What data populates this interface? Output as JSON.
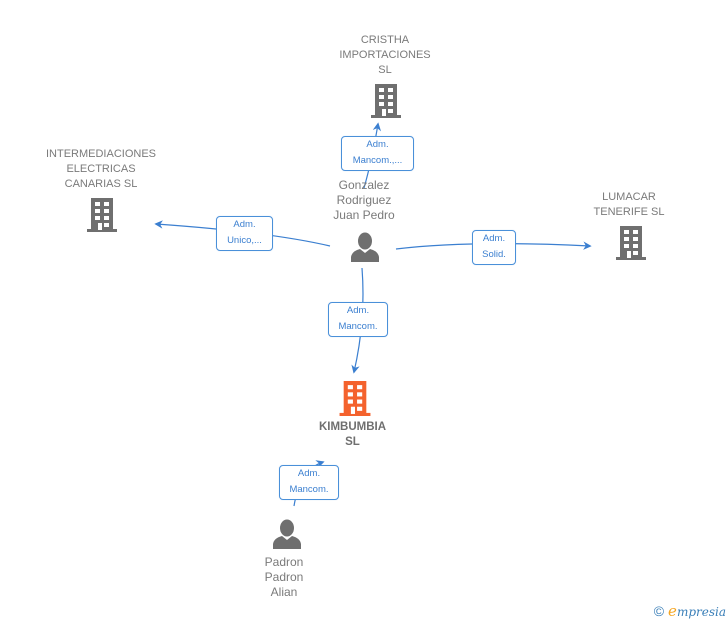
{
  "nodes": {
    "cristha": {
      "label": "CRISTHA\nIMPORTACIONES\nSL",
      "type": "company",
      "icon": "building-icon"
    },
    "intermediaciones": {
      "label": "INTERMEDIACIONES\nELECTRICAS\nCANARIAS  SL",
      "type": "company",
      "icon": "building-icon"
    },
    "lumacar": {
      "label": "LUMACAR\nTENERIFE  SL",
      "type": "company",
      "icon": "building-icon"
    },
    "gonzalez": {
      "label": "Gonzalez\nRodriguez\nJuan Pedro",
      "type": "person",
      "icon": "person-icon"
    },
    "kimbumbia": {
      "label": "KIMBUMBIA\nSL",
      "type": "company",
      "focus": true,
      "icon": "building-icon"
    },
    "padron": {
      "label": "Padron\nPadron\nAlian",
      "type": "person",
      "icon": "person-icon"
    }
  },
  "edges": [
    {
      "from": "gonzalez",
      "to": "cristha",
      "label": "Adm.\nMancom.,..."
    },
    {
      "from": "gonzalez",
      "to": "intermediaciones",
      "label": "Adm.\nUnico,..."
    },
    {
      "from": "gonzalez",
      "to": "lumacar",
      "label": "Adm.\nSolid."
    },
    {
      "from": "gonzalez",
      "to": "kimbumbia",
      "label": "Adm.\nMancom."
    },
    {
      "from": "padron",
      "to": "kimbumbia",
      "label": "Adm.\nMancom."
    }
  ],
  "colors": {
    "edge": "#3b7fd0",
    "company_icon": "#6f6f6f",
    "focus_icon": "#f4622d",
    "person_icon": "#6f6f6f",
    "label": "#7a7a7a"
  },
  "footer": {
    "copyright": "©",
    "brand_first": "e",
    "brand_rest": "mpresia"
  }
}
